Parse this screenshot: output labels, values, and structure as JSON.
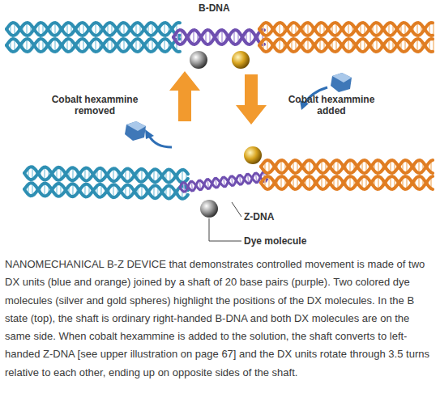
{
  "diagram": {
    "caption": "NANOMECHANICAL B-Z DEVICE that demonstrates controlled movement is made of two DX units (blue and orange) joined by a shaft of 20 base pairs (purple). Two colored dye molecules (silver and gold spheres) highlight the positions of the DX molecules. In the B state (top), the shaft is ordinary right-handed B-DNA and both DX molecules are on the same side. When cobalt hexammine is added to the solution, the shaft converts to left-handed Z-DNA [see upper illustration on page 67] and the DX units rotate through 3.5 turns relative to each other, ending up on opposite sides of the shaft.",
    "labels": [
      "B-DNA",
      "Cobalt hexammine removed",
      "Cobalt hexammine added",
      "Z-DNA",
      "Dye molecule"
    ]
  }
}
